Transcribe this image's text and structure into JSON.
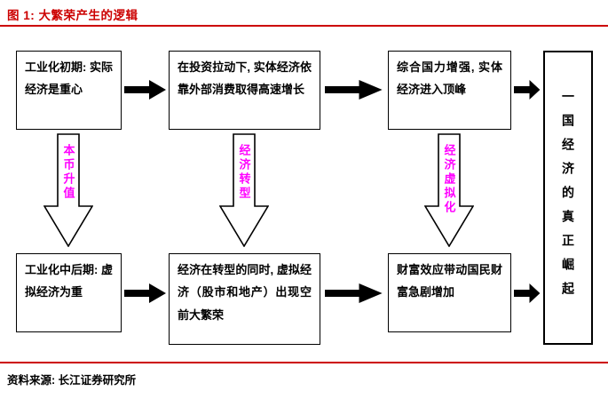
{
  "header": {
    "title": "图 1: 大繁荣产生的逻辑"
  },
  "footer": {
    "source": "资料来源: 长江证券研究所"
  },
  "colors": {
    "accent_red": "#cc0000",
    "transition_label_magenta": "#ff00ff",
    "box_border": "#000000",
    "background": "#ffffff"
  },
  "diagram": {
    "top_row": [
      {
        "text": "工业化初期: 实际经济是重心"
      },
      {
        "text": "在投资拉动下, 实体经济依靠外部消费取得高速增长"
      },
      {
        "text": "综合国力增强, 实体经济进入顶峰"
      }
    ],
    "transitions": [
      "本币升值",
      "经济转型",
      "经济虚拟化"
    ],
    "bottom_row": [
      {
        "text": "工业化中后期: 虚拟经济为重"
      },
      {
        "text": "经济在转型的同时, 虚拟经济（股市和地产）出现空前大繁荣"
      },
      {
        "text": "财富效应带动国民财富急剧增加"
      }
    ],
    "result_box": {
      "text": "一国经济的真正崛起"
    }
  }
}
